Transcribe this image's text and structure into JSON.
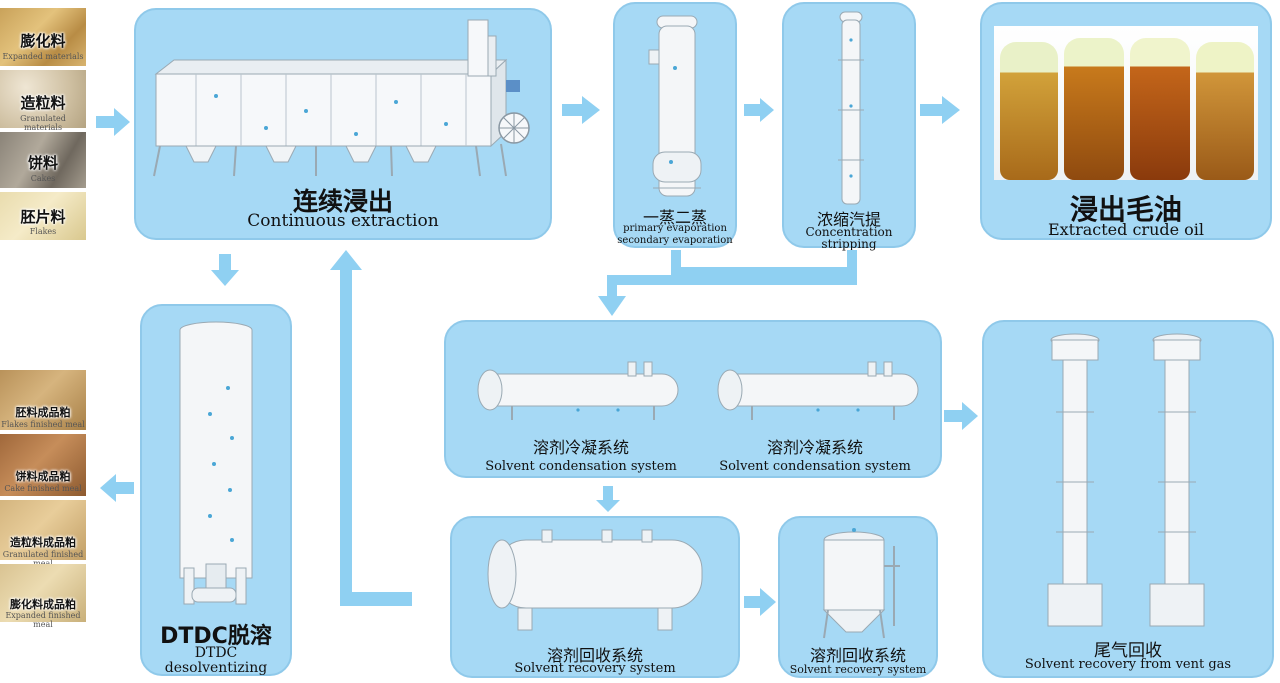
{
  "inputs": [
    {
      "label": "膨化料",
      "sub": "Expanded materials"
    },
    {
      "label": "造粒料",
      "sub": "Granulated materials"
    },
    {
      "label": "饼料",
      "sub": "Cakes"
    },
    {
      "label": "胚片料",
      "sub": "Flakes"
    }
  ],
  "outputs": [
    {
      "label": "胚料成品粕",
      "sub": "Flakes finished meal"
    },
    {
      "label": "饼料成品粕",
      "sub": "Cake finished meal"
    },
    {
      "label": "造粒料成品粕",
      "sub": "Granulated finished meal"
    },
    {
      "label": "膨化料成品粕",
      "sub": "Expanded finished meal"
    }
  ],
  "extraction": {
    "cn": "连续浸出",
    "en": "Continuous extraction"
  },
  "evaporation": {
    "cn": "一蒸二蒸",
    "en1": "primary evaporation",
    "en2": "secondary evaporation"
  },
  "stripping": {
    "cn": "浓缩汽提",
    "en1": "Concentration",
    "en2": "stripping"
  },
  "crude_oil": {
    "cn": "浸出毛油",
    "en": "Extracted crude oil"
  },
  "dtdc": {
    "cn": "DTDC脱溶",
    "en": "DTDC desolventizing"
  },
  "condensation1": {
    "cn": "溶剂冷凝系统",
    "en": "Solvent condensation system"
  },
  "condensation2": {
    "cn": "溶剂冷凝系统",
    "en": "Solvent condensation system"
  },
  "recovery1": {
    "cn": "溶剂回收系统",
    "en": "Solvent recovery system"
  },
  "recovery2": {
    "cn": "溶剂回收系统",
    "en": "Solvent recovery system"
  },
  "vent_gas": {
    "cn": "尾气回收",
    "en": "Solvent recovery from vent gas"
  },
  "colors": {
    "panel": "#a6d9f5",
    "arrow": "#8fd0f2",
    "equipment": "#f4f6f8"
  }
}
